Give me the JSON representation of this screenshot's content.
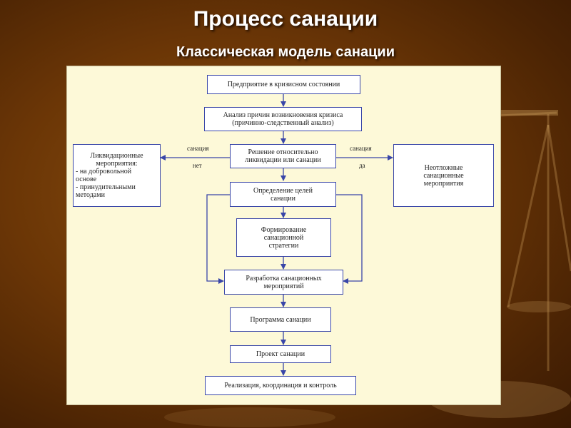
{
  "slide": {
    "title": "Процесс санации",
    "subtitle": "Классическая модель санации"
  },
  "diagram": {
    "nodes": {
      "crisis": "Предприятие в кризисном состоянии",
      "analysis_line1": "Анализ причин возникновения кризиса",
      "analysis_line2": "(причинно-следственный анализ)",
      "decision_line1": "Решение относительно",
      "decision_line2": "ликвидации или санации",
      "goals_line1": "Определение целей",
      "goals_line2": "санации",
      "strategy_line1": "Формирование",
      "strategy_line2": "санационной",
      "strategy_line3": "стратегии",
      "measures_line1": "Разработка санационных",
      "measures_line2": "мероприятий",
      "program": "Программа санации",
      "project": "Проект санации",
      "implementation": "Реализация, координация и контроль",
      "liquidation_line1": "Ликвидационные",
      "liquidation_line2": "мероприятия:",
      "liquidation_line3": "- на добровольной",
      "liquidation_line4": "основе",
      "liquidation_line5": "- принудительными",
      "liquidation_line6": "методами",
      "urgent_line1": "Неотложные",
      "urgent_line2": "санационные",
      "urgent_line3": "мероприятия"
    },
    "edge_labels": {
      "left_top": "санация",
      "left_bottom": "нет",
      "right_top": "санация",
      "right_bottom": "да"
    },
    "colors": {
      "box_border": "#3946a8",
      "arrow": "#3946a8",
      "panel_bg": "#fdf9d8"
    }
  }
}
